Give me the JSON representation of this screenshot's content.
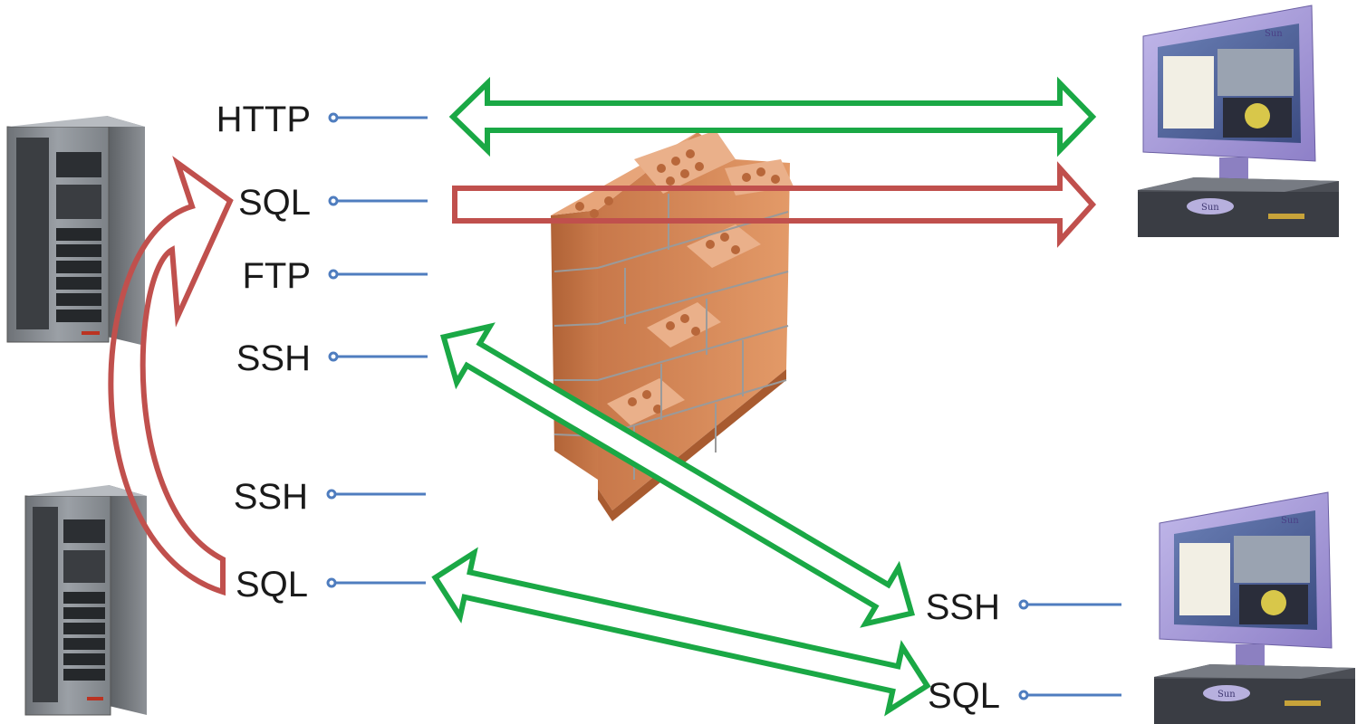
{
  "server_top": {
    "ports": [
      {
        "label": "HTTP"
      },
      {
        "label": "SQL"
      },
      {
        "label": "FTP"
      },
      {
        "label": "SSH"
      }
    ]
  },
  "server_bottom": {
    "ports": [
      {
        "label": "SSH"
      },
      {
        "label": "SQL"
      }
    ]
  },
  "workstation_bottom": {
    "ports": [
      {
        "label": "SSH"
      },
      {
        "label": "SQL"
      }
    ]
  },
  "workstation_brand": "Sun",
  "colors": {
    "allowed_arrow": "#1aa845",
    "blocked_arrow": "#c0504d",
    "port_line": "#4f7dbf",
    "brick": "#d98a55",
    "monitor": "#a79bd6"
  }
}
